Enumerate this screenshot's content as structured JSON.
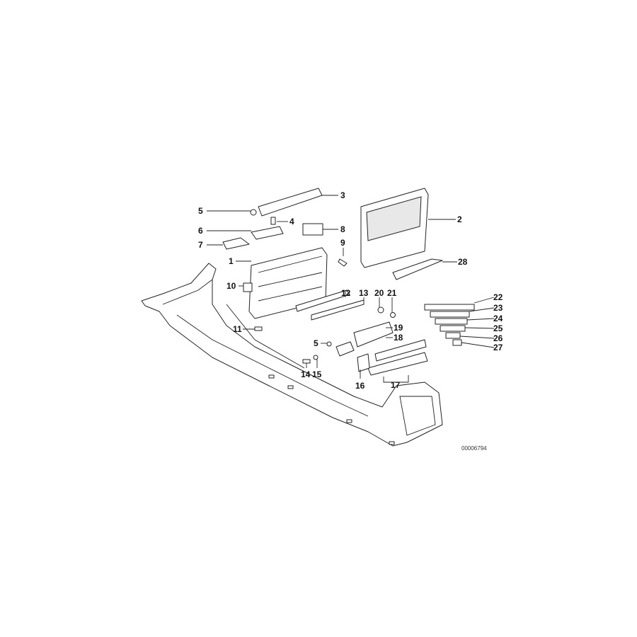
{
  "diagram": {
    "callouts": {
      "c1": "1",
      "c2": "2",
      "c3": "3",
      "c4": "4",
      "c5a": "5",
      "c5b": "5",
      "c6": "6",
      "c7": "7",
      "c8": "8",
      "c9": "9",
      "c10": "10",
      "c11": "11",
      "c12": "12",
      "c13": "13",
      "c14": "14",
      "c15": "15",
      "c16": "16",
      "c17": "17",
      "c18": "18",
      "c19": "19",
      "c20": "20",
      "c21": "21",
      "c22": "22",
      "c23": "23",
      "c24": "24",
      "c25": "25",
      "c26": "26",
      "c27": "27",
      "c28": "28"
    },
    "drawing_code": "00006794"
  }
}
